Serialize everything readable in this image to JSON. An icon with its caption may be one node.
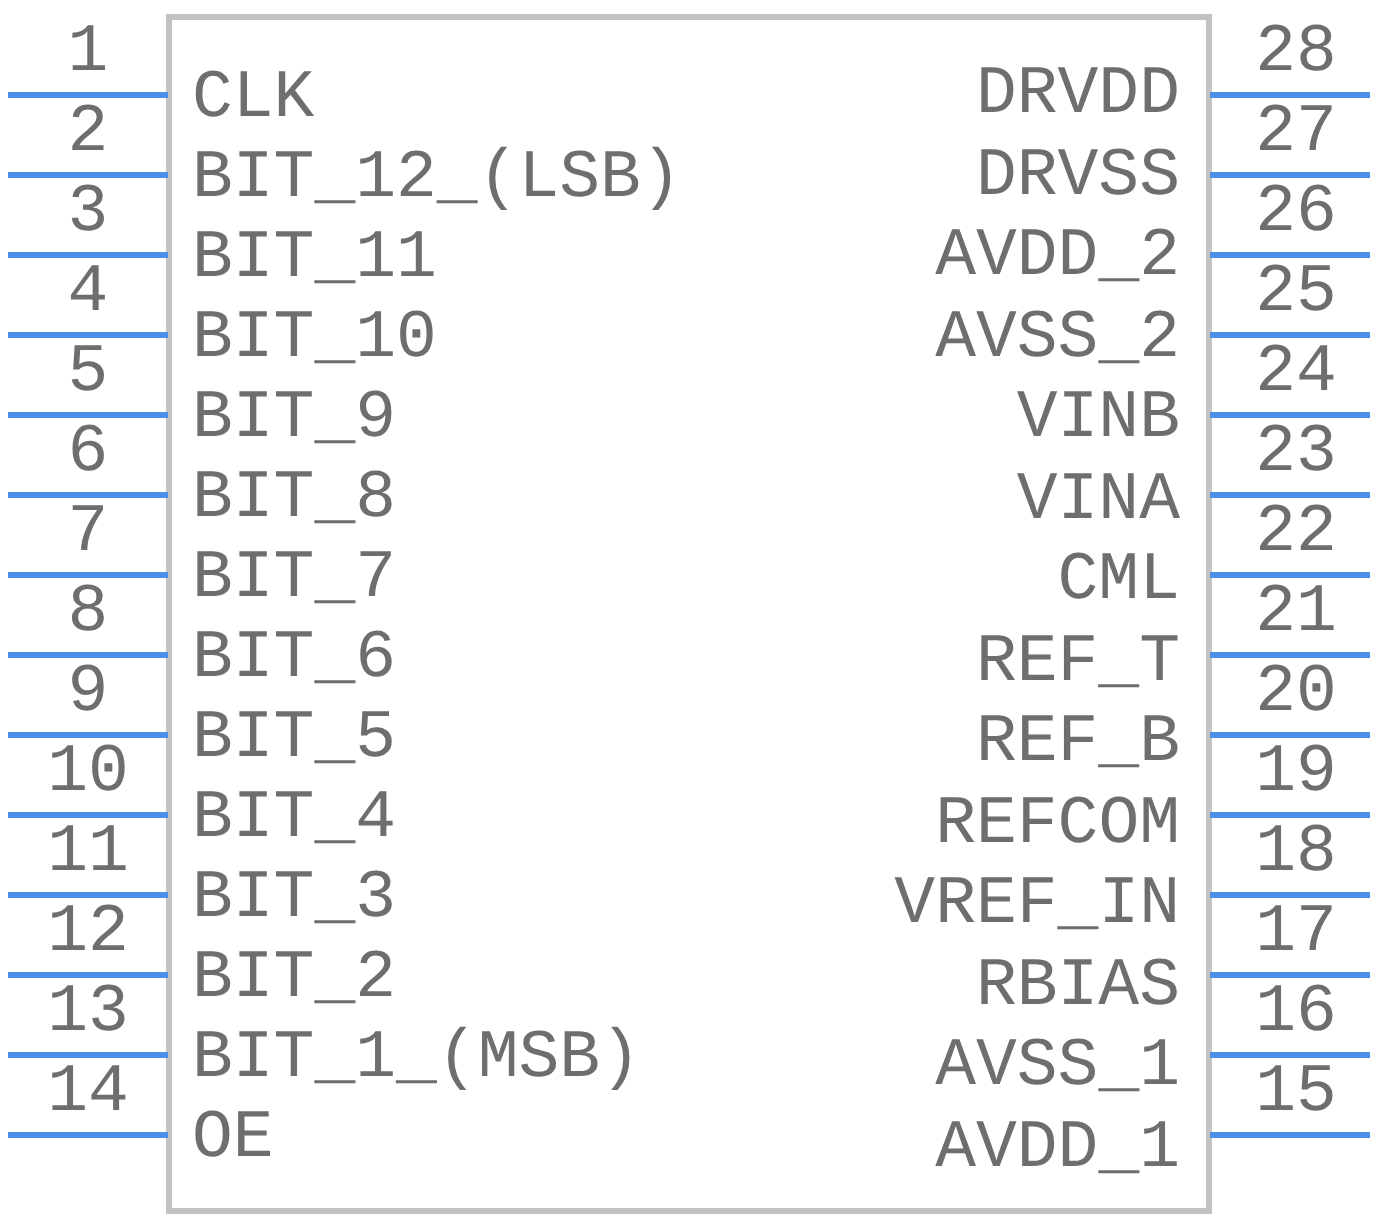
{
  "diagram": {
    "nodes": [
      {
        "text": [],
        "shape": "box"
      }
    ],
    "labels": [
      "1",
      "CLK",
      "2",
      "BIT_12_(LSB)",
      "3",
      "BIT_11",
      "4",
      "BIT_10",
      "5",
      "BIT_9",
      "6",
      "BIT_8",
      "7",
      "BIT_7",
      "8",
      "BIT_6",
      "9",
      "BIT_5",
      "10",
      "BIT_4",
      "11",
      "BIT_3",
      "12",
      "BIT_2",
      "13",
      "BIT_1_(MSB)",
      "14",
      "OE",
      "DRVDD",
      "28",
      "DRVSS",
      "27",
      "AVDD_2",
      "26",
      "AVSS_2",
      "25",
      "VINB",
      "24",
      "VINA",
      "23",
      "CML",
      "22",
      "REF_T",
      "21",
      "REF_B",
      "20",
      "REFCOM",
      "19",
      "VREF_IN",
      "18",
      "RBIAS",
      "17",
      "AVSS_1",
      "16",
      "AVDD_1",
      "15"
    ]
  }
}
